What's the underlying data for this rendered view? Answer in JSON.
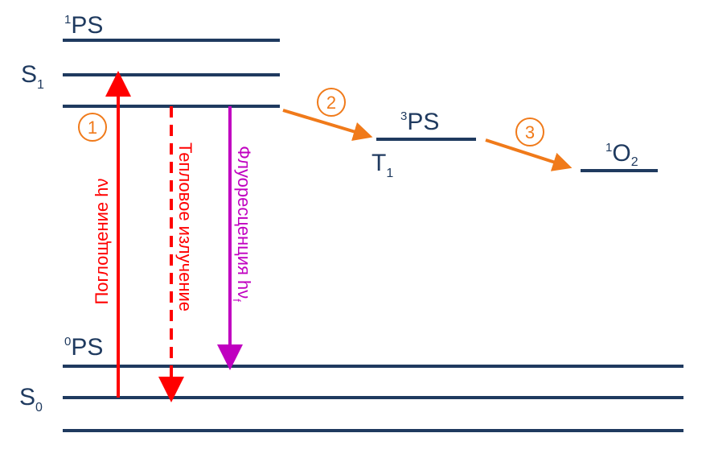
{
  "colors": {
    "level": "#1f3a5f",
    "absorption": "#ff0000",
    "thermal": "#ff0000",
    "fluorescence": "#c000c0",
    "step": "#f07a1a"
  },
  "labels": {
    "ps1": {
      "sup": "1",
      "main": "PS"
    },
    "s1": {
      "main": "S",
      "sub": "1"
    },
    "ps3": {
      "sup": "3",
      "main": "PS"
    },
    "t1": {
      "main": "T",
      "sub": "1"
    },
    "o2": {
      "sup": "1",
      "main": "O",
      "sub": "2"
    },
    "ps0": {
      "sup": "0",
      "main": "PS"
    },
    "s0": {
      "main": "S",
      "sub": "0"
    }
  },
  "transitions": {
    "absorption": {
      "text": "Поглощение  hν"
    },
    "thermal": {
      "text": "Тепловое излучение"
    },
    "fluorescence": {
      "text": "Флуоресценция  hν",
      "sub": "f"
    }
  },
  "steps": [
    "1",
    "2",
    "3"
  ]
}
